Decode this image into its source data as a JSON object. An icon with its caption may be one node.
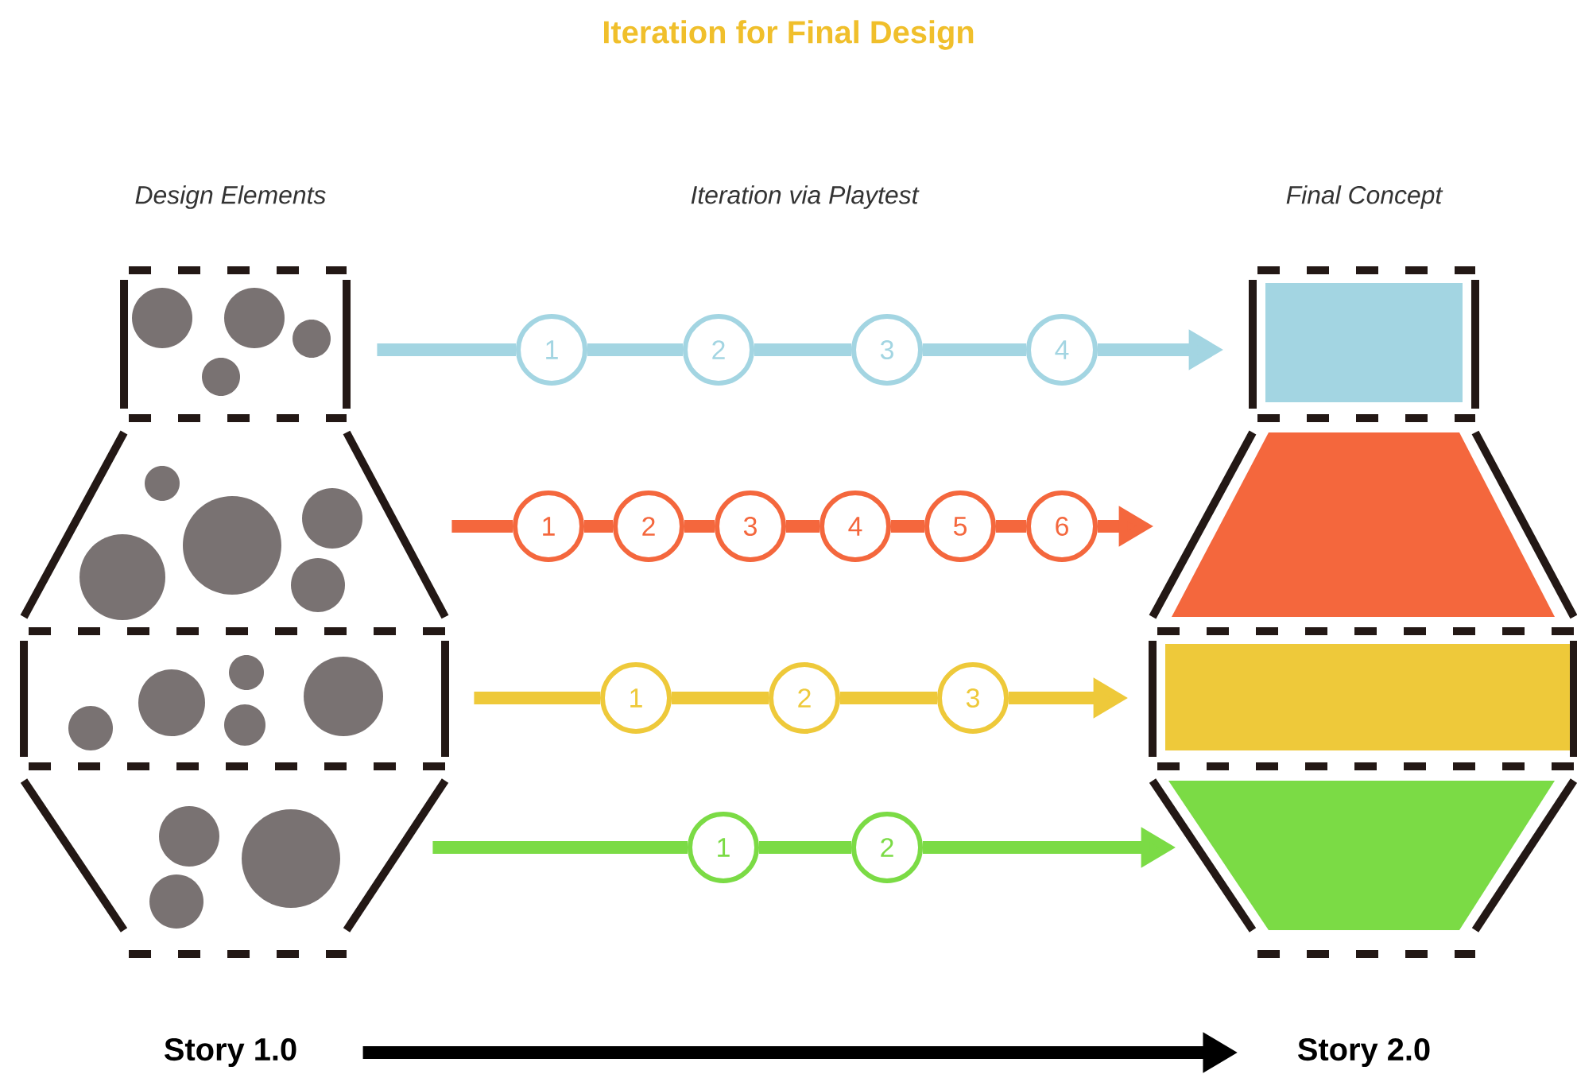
{
  "diagram": {
    "title": "Iteration for Final Design",
    "nodes": [
      {
        "text": [],
        "shape": "box"
      },
      {
        "text": [],
        "shape": "trapezoid"
      },
      {
        "text": [],
        "shape": "box"
      },
      {
        "text": [],
        "shape": "trapezoid"
      },
      {
        "text": [],
        "shape": "box"
      },
      {
        "text": [],
        "shape": "trapezoid"
      },
      {
        "text": [],
        "shape": "box"
      },
      {
        "text": [],
        "shape": "trapezoid"
      },
      {
        "text": [
          "1"
        ]
      },
      {
        "text": [
          "2"
        ]
      },
      {
        "text": [
          "3"
        ]
      },
      {
        "text": [
          "4"
        ]
      },
      {
        "text": [
          "1"
        ]
      },
      {
        "text": [
          "2"
        ]
      },
      {
        "text": [
          "3"
        ]
      },
      {
        "text": [
          "4"
        ]
      },
      {
        "text": [
          "5"
        ]
      },
      {
        "text": [
          "6"
        ]
      },
      {
        "text": [
          "1"
        ]
      },
      {
        "text": [
          "2"
        ]
      },
      {
        "text": [
          "3"
        ]
      },
      {
        "text": [
          "1"
        ]
      },
      {
        "text": [
          "2"
        ]
      },
      {
        "text": [
          "Story 1.0"
        ]
      },
      {
        "text": [
          "Story 2.0"
        ]
      }
    ],
    "edges": [
      {
        "from": 0,
        "to": 8,
        "arrow": "none",
        "color": "#a3d5e2"
      },
      {
        "from": 8,
        "to": 9,
        "arrow": "none",
        "color": "#a3d5e2"
      },
      {
        "from": 9,
        "to": 10,
        "arrow": "none",
        "color": "#a3d5e2"
      },
      {
        "from": 10,
        "to": 11,
        "arrow": "none",
        "color": "#a3d5e2"
      },
      {
        "from": 11,
        "to": 4,
        "arrow": "to",
        "color": "#a3d5e2"
      },
      {
        "from": 1,
        "to": 12,
        "arrow": "none",
        "color": "#f4673d"
      },
      {
        "from": 12,
        "to": 13,
        "arrow": "none",
        "color": "#f4673d"
      },
      {
        "from": 13,
        "to": 14,
        "arrow": "none",
        "color": "#f4673d"
      },
      {
        "from": 14,
        "to": 15,
        "arrow": "none",
        "color": "#f4673d"
      },
      {
        "from": 15,
        "to": 16,
        "arrow": "none",
        "color": "#f4673d"
      },
      {
        "from": 16,
        "to": 17,
        "arrow": "none",
        "color": "#f4673d"
      },
      {
        "from": 17,
        "to": 5,
        "arrow": "to",
        "color": "#f4673d"
      },
      {
        "from": 2,
        "to": 18,
        "arrow": "none",
        "color": "#eec93a"
      },
      {
        "from": 18,
        "to": 19,
        "arrow": "none",
        "color": "#eec93a"
      },
      {
        "from": 19,
        "to": 20,
        "arrow": "none",
        "color": "#eec93a"
      },
      {
        "from": 20,
        "to": 6,
        "arrow": "to",
        "color": "#eec93a"
      },
      {
        "from": 3,
        "to": 21,
        "arrow": "none",
        "color": "#7bdb45"
      },
      {
        "from": 21,
        "to": 22,
        "arrow": "none",
        "color": "#7bdb45"
      },
      {
        "from": 22,
        "to": 7,
        "arrow": "to",
        "color": "#7bdb45"
      },
      {
        "from": 23,
        "to": 24,
        "arrow": "to",
        "color": "#000000"
      }
    ],
    "labels": [
      "Design Elements",
      "Iteration via Playtest",
      "Final Concept"
    ]
  }
}
